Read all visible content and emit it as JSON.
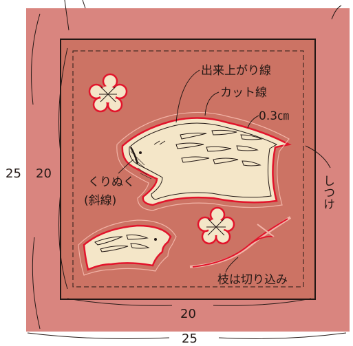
{
  "labels": {
    "outer_height": "25",
    "inner_height": "20",
    "inner_width": "20",
    "outer_width": "25",
    "finished_line": "出来上がり線",
    "cut_line": "カット線",
    "seam_allowance": "0.3㎝",
    "cut_out_line1": "くりぬく",
    "cut_out_line2": "(斜線)",
    "basting": "しつけ",
    "branch_note": "枝は切り込み"
  },
  "colors": {
    "outer_fabric": "#d9857f",
    "inner_fabric": "#cc7364",
    "motif": "#f4e6c8",
    "cut_line": "#e2142b",
    "line": "#231815"
  }
}
